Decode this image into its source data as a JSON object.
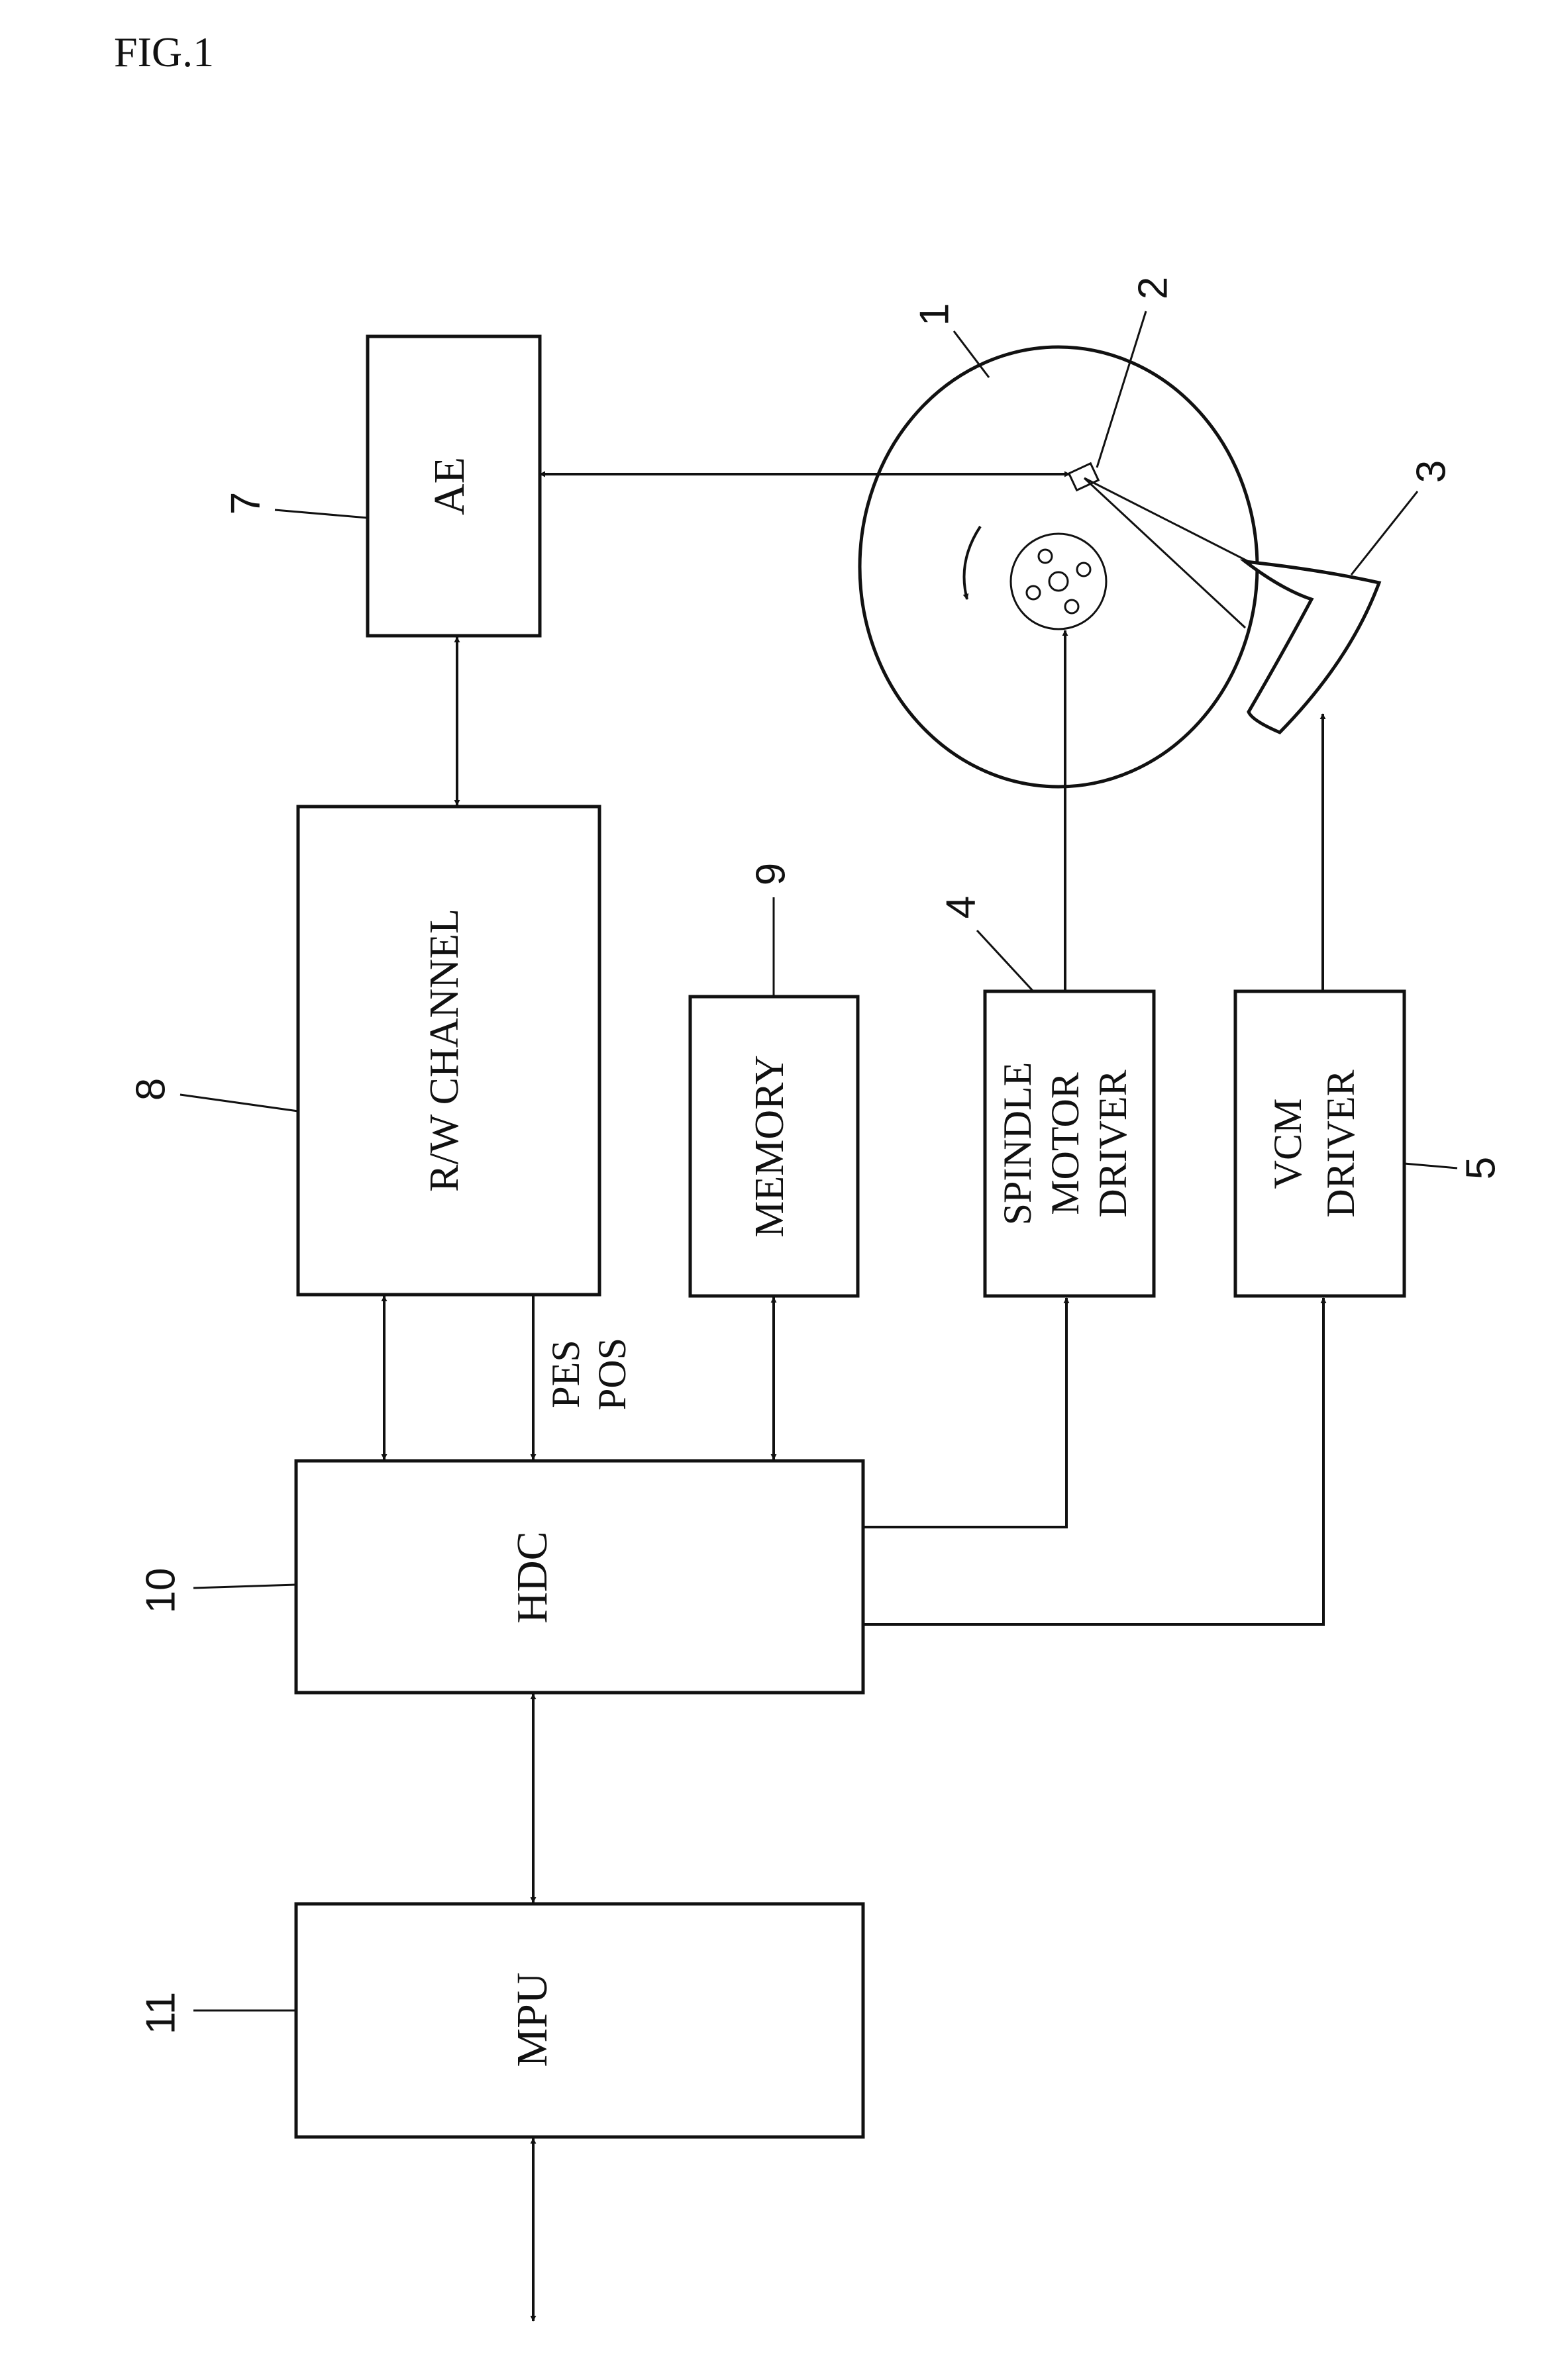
{
  "figure": {
    "title": "FIG.1"
  },
  "blocks": {
    "ae": {
      "label": "AE",
      "ref": "7"
    },
    "rw_channel": {
      "label": "R/W CHANNEL",
      "ref": "8"
    },
    "memory": {
      "label": "MEMORY",
      "ref": "9"
    },
    "spindle_motor_driver": {
      "lines": [
        "SPINDLE",
        "MOTOR",
        "DRIVER"
      ],
      "ref": "4"
    },
    "vcm_driver": {
      "lines": [
        "VCM",
        "DRIVER"
      ],
      "ref": "5"
    },
    "hdc": {
      "label": "HDC",
      "ref": "10"
    },
    "mpu": {
      "label": "MPU",
      "ref": "11"
    }
  },
  "disk": {
    "ref": "1"
  },
  "head": {
    "ref": "2"
  },
  "actuator": {
    "ref": "3"
  },
  "signals": {
    "pes": "PES",
    "pos": "POS"
  }
}
